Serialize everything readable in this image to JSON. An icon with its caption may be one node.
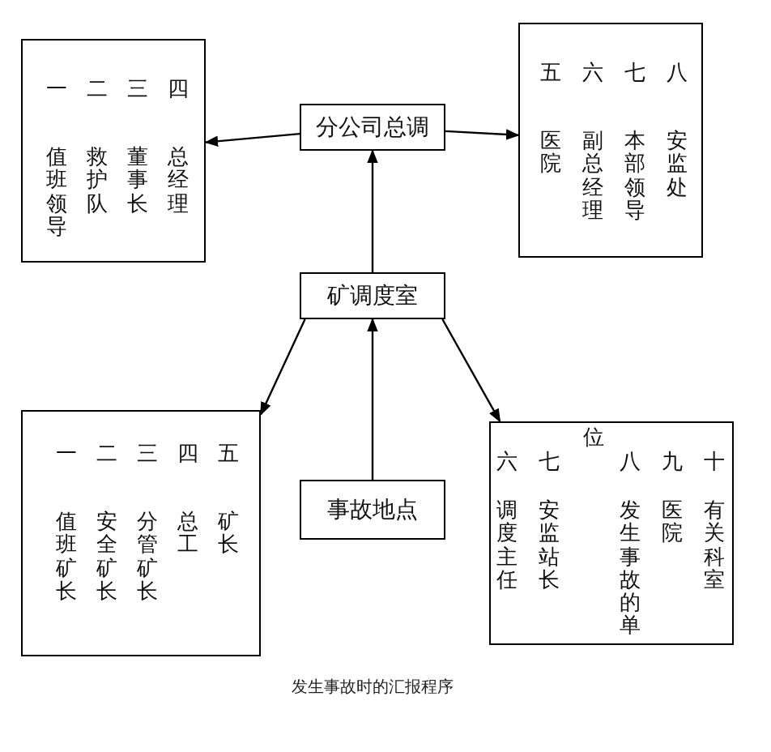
{
  "diagram": {
    "caption": "发生事故时的汇报程序",
    "nodes": [
      {
        "text": [
          "一",
          "值班领导",
          "二",
          "救护队",
          "三",
          "董事长",
          "四",
          "总经理"
        ]
      },
      {
        "text": [
          "分公司总调"
        ]
      },
      {
        "text": [
          "五",
          "医院",
          "六",
          "副总经理",
          "七",
          "本部领导",
          "八",
          "安监处"
        ]
      },
      {
        "text": [
          "矿调度室"
        ]
      },
      {
        "text": [
          "一",
          "值班矿长",
          "二",
          "安全矿长",
          "三",
          "分管矿长",
          "四",
          "总工",
          "五",
          "矿长"
        ]
      },
      {
        "text": [
          "事故地点"
        ]
      },
      {
        "text": [
          "六",
          "调度主任",
          "七",
          "安监站长",
          "八",
          "发生事故的单",
          "九",
          "医院",
          "十",
          "有关科室",
          "位"
        ]
      }
    ],
    "edges": [
      {
        "from": 1,
        "to": 0,
        "arrow": "to"
      },
      {
        "from": 1,
        "to": 2,
        "arrow": "to"
      },
      {
        "from": 3,
        "to": 1,
        "arrow": "to"
      },
      {
        "from": 3,
        "to": 4,
        "arrow": "to"
      },
      {
        "from": 3,
        "to": 6,
        "arrow": "to"
      },
      {
        "from": 5,
        "to": 3,
        "arrow": "to"
      }
    ]
  }
}
